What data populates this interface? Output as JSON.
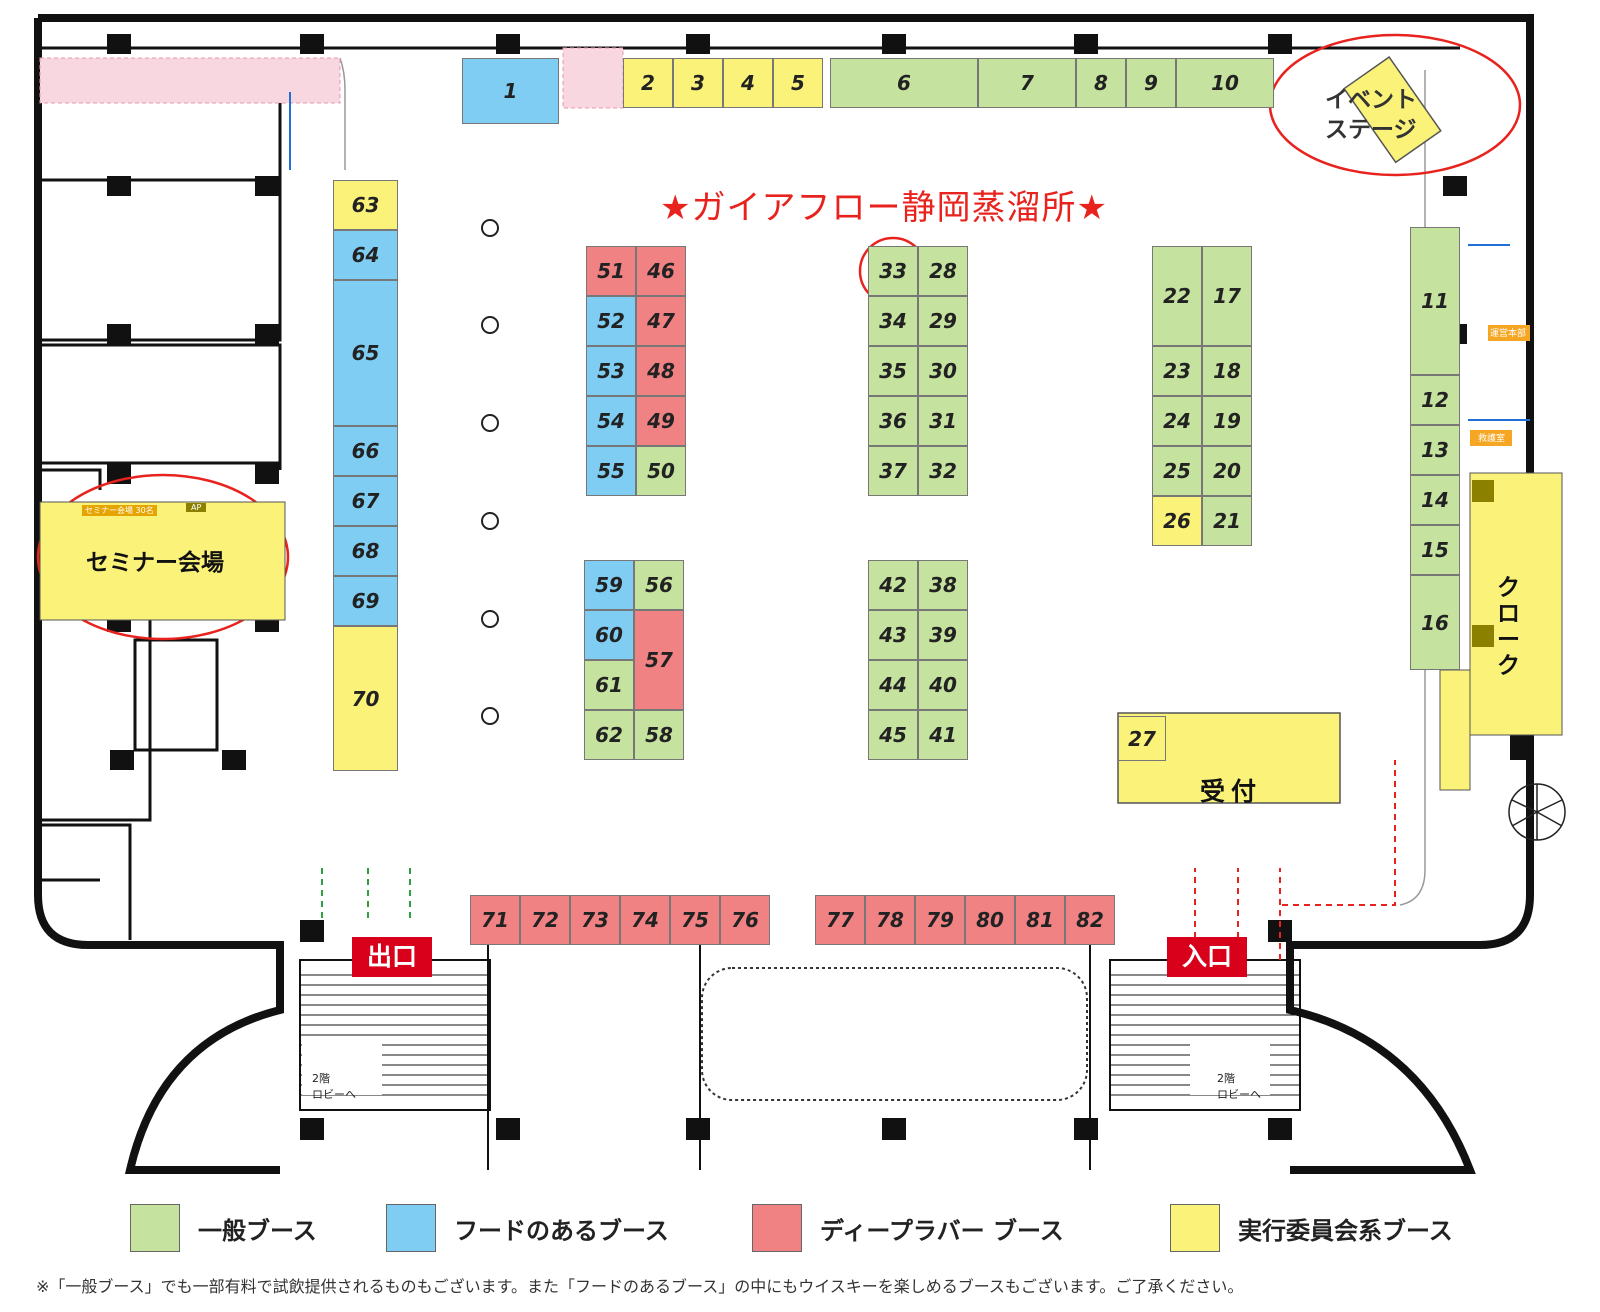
{
  "title": "★ガイアフロー静岡蒸溜所★",
  "rooms": {
    "event_stage": "イベント\nステージ",
    "seminar": "セミナー会場",
    "seminar_small": "セミナー会場 30名",
    "seminar_ap": "AP",
    "cloak": "クローク",
    "reception": "受付",
    "office": "運営本部",
    "first_aid": "救護室",
    "stairs_left": "2階\nロビーへ",
    "stairs_right": "2階\nロビーへ"
  },
  "exits": {
    "exit": "出口",
    "entrance": "入口"
  },
  "colors": {
    "general": "#c5e39f",
    "food": "#7fcdf3",
    "deep": "#f08284",
    "committee": "#fbf27a",
    "highlight": "#e8231e",
    "sign": "#d9001b"
  },
  "booths": [
    {
      "n": "1",
      "c": "b"
    },
    {
      "n": "2",
      "c": "y"
    },
    {
      "n": "3",
      "c": "y"
    },
    {
      "n": "4",
      "c": "y"
    },
    {
      "n": "5",
      "c": "y"
    },
    {
      "n": "6",
      "c": "g"
    },
    {
      "n": "7",
      "c": "g"
    },
    {
      "n": "8",
      "c": "g"
    },
    {
      "n": "9",
      "c": "g"
    },
    {
      "n": "10",
      "c": "g"
    },
    {
      "n": "11",
      "c": "g"
    },
    {
      "n": "12",
      "c": "g"
    },
    {
      "n": "13",
      "c": "g"
    },
    {
      "n": "14",
      "c": "g"
    },
    {
      "n": "15",
      "c": "g"
    },
    {
      "n": "16",
      "c": "g"
    },
    {
      "n": "17",
      "c": "g"
    },
    {
      "n": "18",
      "c": "g"
    },
    {
      "n": "19",
      "c": "g"
    },
    {
      "n": "20",
      "c": "g"
    },
    {
      "n": "21",
      "c": "g"
    },
    {
      "n": "22",
      "c": "g"
    },
    {
      "n": "23",
      "c": "g"
    },
    {
      "n": "24",
      "c": "g"
    },
    {
      "n": "25",
      "c": "g"
    },
    {
      "n": "26",
      "c": "y"
    },
    {
      "n": "27",
      "c": "y"
    },
    {
      "n": "28",
      "c": "g"
    },
    {
      "n": "29",
      "c": "g"
    },
    {
      "n": "30",
      "c": "g"
    },
    {
      "n": "31",
      "c": "g"
    },
    {
      "n": "32",
      "c": "g"
    },
    {
      "n": "33",
      "c": "g"
    },
    {
      "n": "34",
      "c": "g"
    },
    {
      "n": "35",
      "c": "g"
    },
    {
      "n": "36",
      "c": "g"
    },
    {
      "n": "37",
      "c": "g"
    },
    {
      "n": "38",
      "c": "g"
    },
    {
      "n": "39",
      "c": "g"
    },
    {
      "n": "40",
      "c": "g"
    },
    {
      "n": "41",
      "c": "g"
    },
    {
      "n": "42",
      "c": "g"
    },
    {
      "n": "43",
      "c": "g"
    },
    {
      "n": "44",
      "c": "g"
    },
    {
      "n": "45",
      "c": "g"
    },
    {
      "n": "46",
      "c": "r"
    },
    {
      "n": "47",
      "c": "r"
    },
    {
      "n": "48",
      "c": "r"
    },
    {
      "n": "49",
      "c": "r"
    },
    {
      "n": "50",
      "c": "g"
    },
    {
      "n": "51",
      "c": "r"
    },
    {
      "n": "52",
      "c": "b"
    },
    {
      "n": "53",
      "c": "b"
    },
    {
      "n": "54",
      "c": "b"
    },
    {
      "n": "55",
      "c": "b"
    },
    {
      "n": "56",
      "c": "g"
    },
    {
      "n": "57",
      "c": "r"
    },
    {
      "n": "58",
      "c": "g"
    },
    {
      "n": "59",
      "c": "b"
    },
    {
      "n": "60",
      "c": "b"
    },
    {
      "n": "61",
      "c": "g"
    },
    {
      "n": "62",
      "c": "g"
    },
    {
      "n": "63",
      "c": "y"
    },
    {
      "n": "64",
      "c": "b"
    },
    {
      "n": "65",
      "c": "b"
    },
    {
      "n": "66",
      "c": "b"
    },
    {
      "n": "67",
      "c": "b"
    },
    {
      "n": "68",
      "c": "b"
    },
    {
      "n": "69",
      "c": "b"
    },
    {
      "n": "70",
      "c": "y"
    },
    {
      "n": "71",
      "c": "r"
    },
    {
      "n": "72",
      "c": "r"
    },
    {
      "n": "73",
      "c": "r"
    },
    {
      "n": "74",
      "c": "r"
    },
    {
      "n": "75",
      "c": "r"
    },
    {
      "n": "76",
      "c": "r"
    },
    {
      "n": "77",
      "c": "r"
    },
    {
      "n": "78",
      "c": "r"
    },
    {
      "n": "79",
      "c": "r"
    },
    {
      "n": "80",
      "c": "r"
    },
    {
      "n": "81",
      "c": "r"
    },
    {
      "n": "82",
      "c": "r"
    }
  ],
  "legend": [
    {
      "label": "一般ブース",
      "color": "#c5e39f"
    },
    {
      "label": "フードのあるブース",
      "color": "#7fcdf3"
    },
    {
      "label": "ディープラバー ブース",
      "color": "#f08284"
    },
    {
      "label": "実行委員会系ブース",
      "color": "#fbf27a"
    }
  ],
  "note": "※「一般ブース」でも一部有料で試飲提供されるものもございます。また「フードのあるブース」の中にもウイスキーを楽しめるブースもございます。ご了承ください。"
}
